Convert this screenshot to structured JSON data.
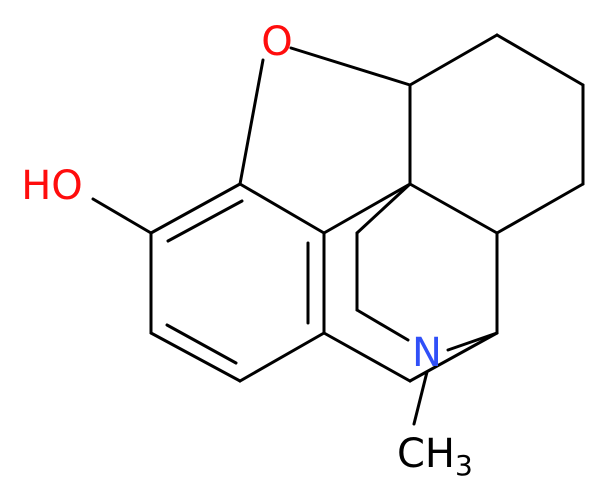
{
  "molecule": {
    "atoms": [
      {
        "id": "O1",
        "label": "O",
        "color": "#ff0d0d"
      },
      {
        "id": "OH",
        "label": "HO",
        "color": "#ff0d0d"
      },
      {
        "id": "N1",
        "label": "N",
        "color": "#3050f8"
      },
      {
        "id": "CH3",
        "label": "CH",
        "subscript": "3",
        "color": "#000000"
      }
    ]
  }
}
